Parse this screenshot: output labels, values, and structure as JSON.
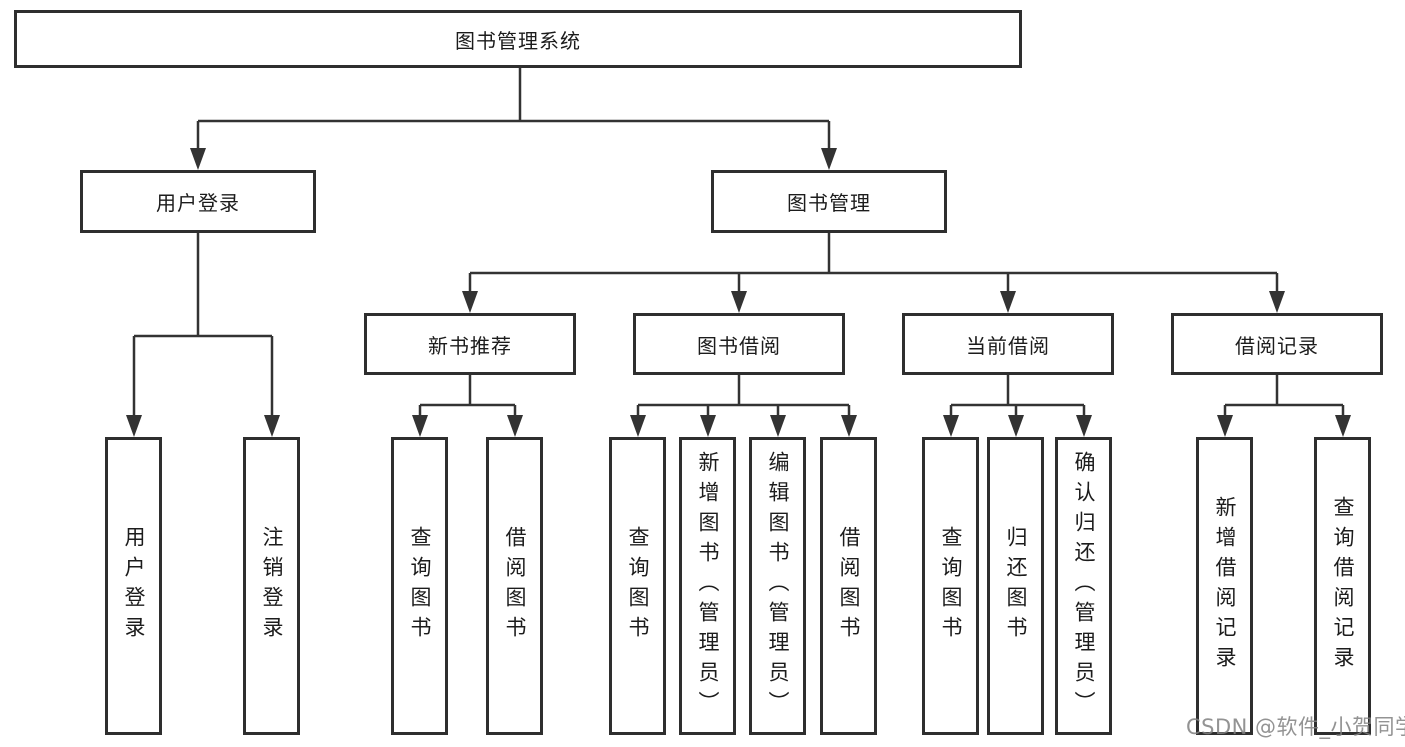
{
  "tree": {
    "root": {
      "label": "图书管理系统",
      "children": [
        {
          "label": "用户登录",
          "children": [
            {
              "label": "用户登录"
            },
            {
              "label": "注销登录"
            }
          ]
        },
        {
          "label": "图书管理",
          "children": [
            {
              "label": "新书推荐",
              "children": [
                {
                  "label": "查询图书"
                },
                {
                  "label": "借阅图书"
                }
              ]
            },
            {
              "label": "图书借阅",
              "children": [
                {
                  "label": "查询图书"
                },
                {
                  "label": "新增图书（管理员）"
                },
                {
                  "label": "编辑图书（管理员）"
                },
                {
                  "label": "借阅图书"
                }
              ]
            },
            {
              "label": "当前借阅",
              "children": [
                {
                  "label": "查询图书"
                },
                {
                  "label": "归还图书"
                },
                {
                  "label": "确认归还（管理员）"
                }
              ]
            },
            {
              "label": "借阅记录",
              "children": [
                {
                  "label": "新增借阅记录"
                },
                {
                  "label": "查询借阅记录"
                }
              ]
            }
          ]
        }
      ]
    }
  },
  "watermark": {
    "text": "CSDN @软件_小贺同学"
  },
  "colors": {
    "line": "#333333",
    "box_border": "#2e2e2e",
    "box_background": "#ffffff",
    "text": "#1c1c1c",
    "watermark": "#808080"
  }
}
